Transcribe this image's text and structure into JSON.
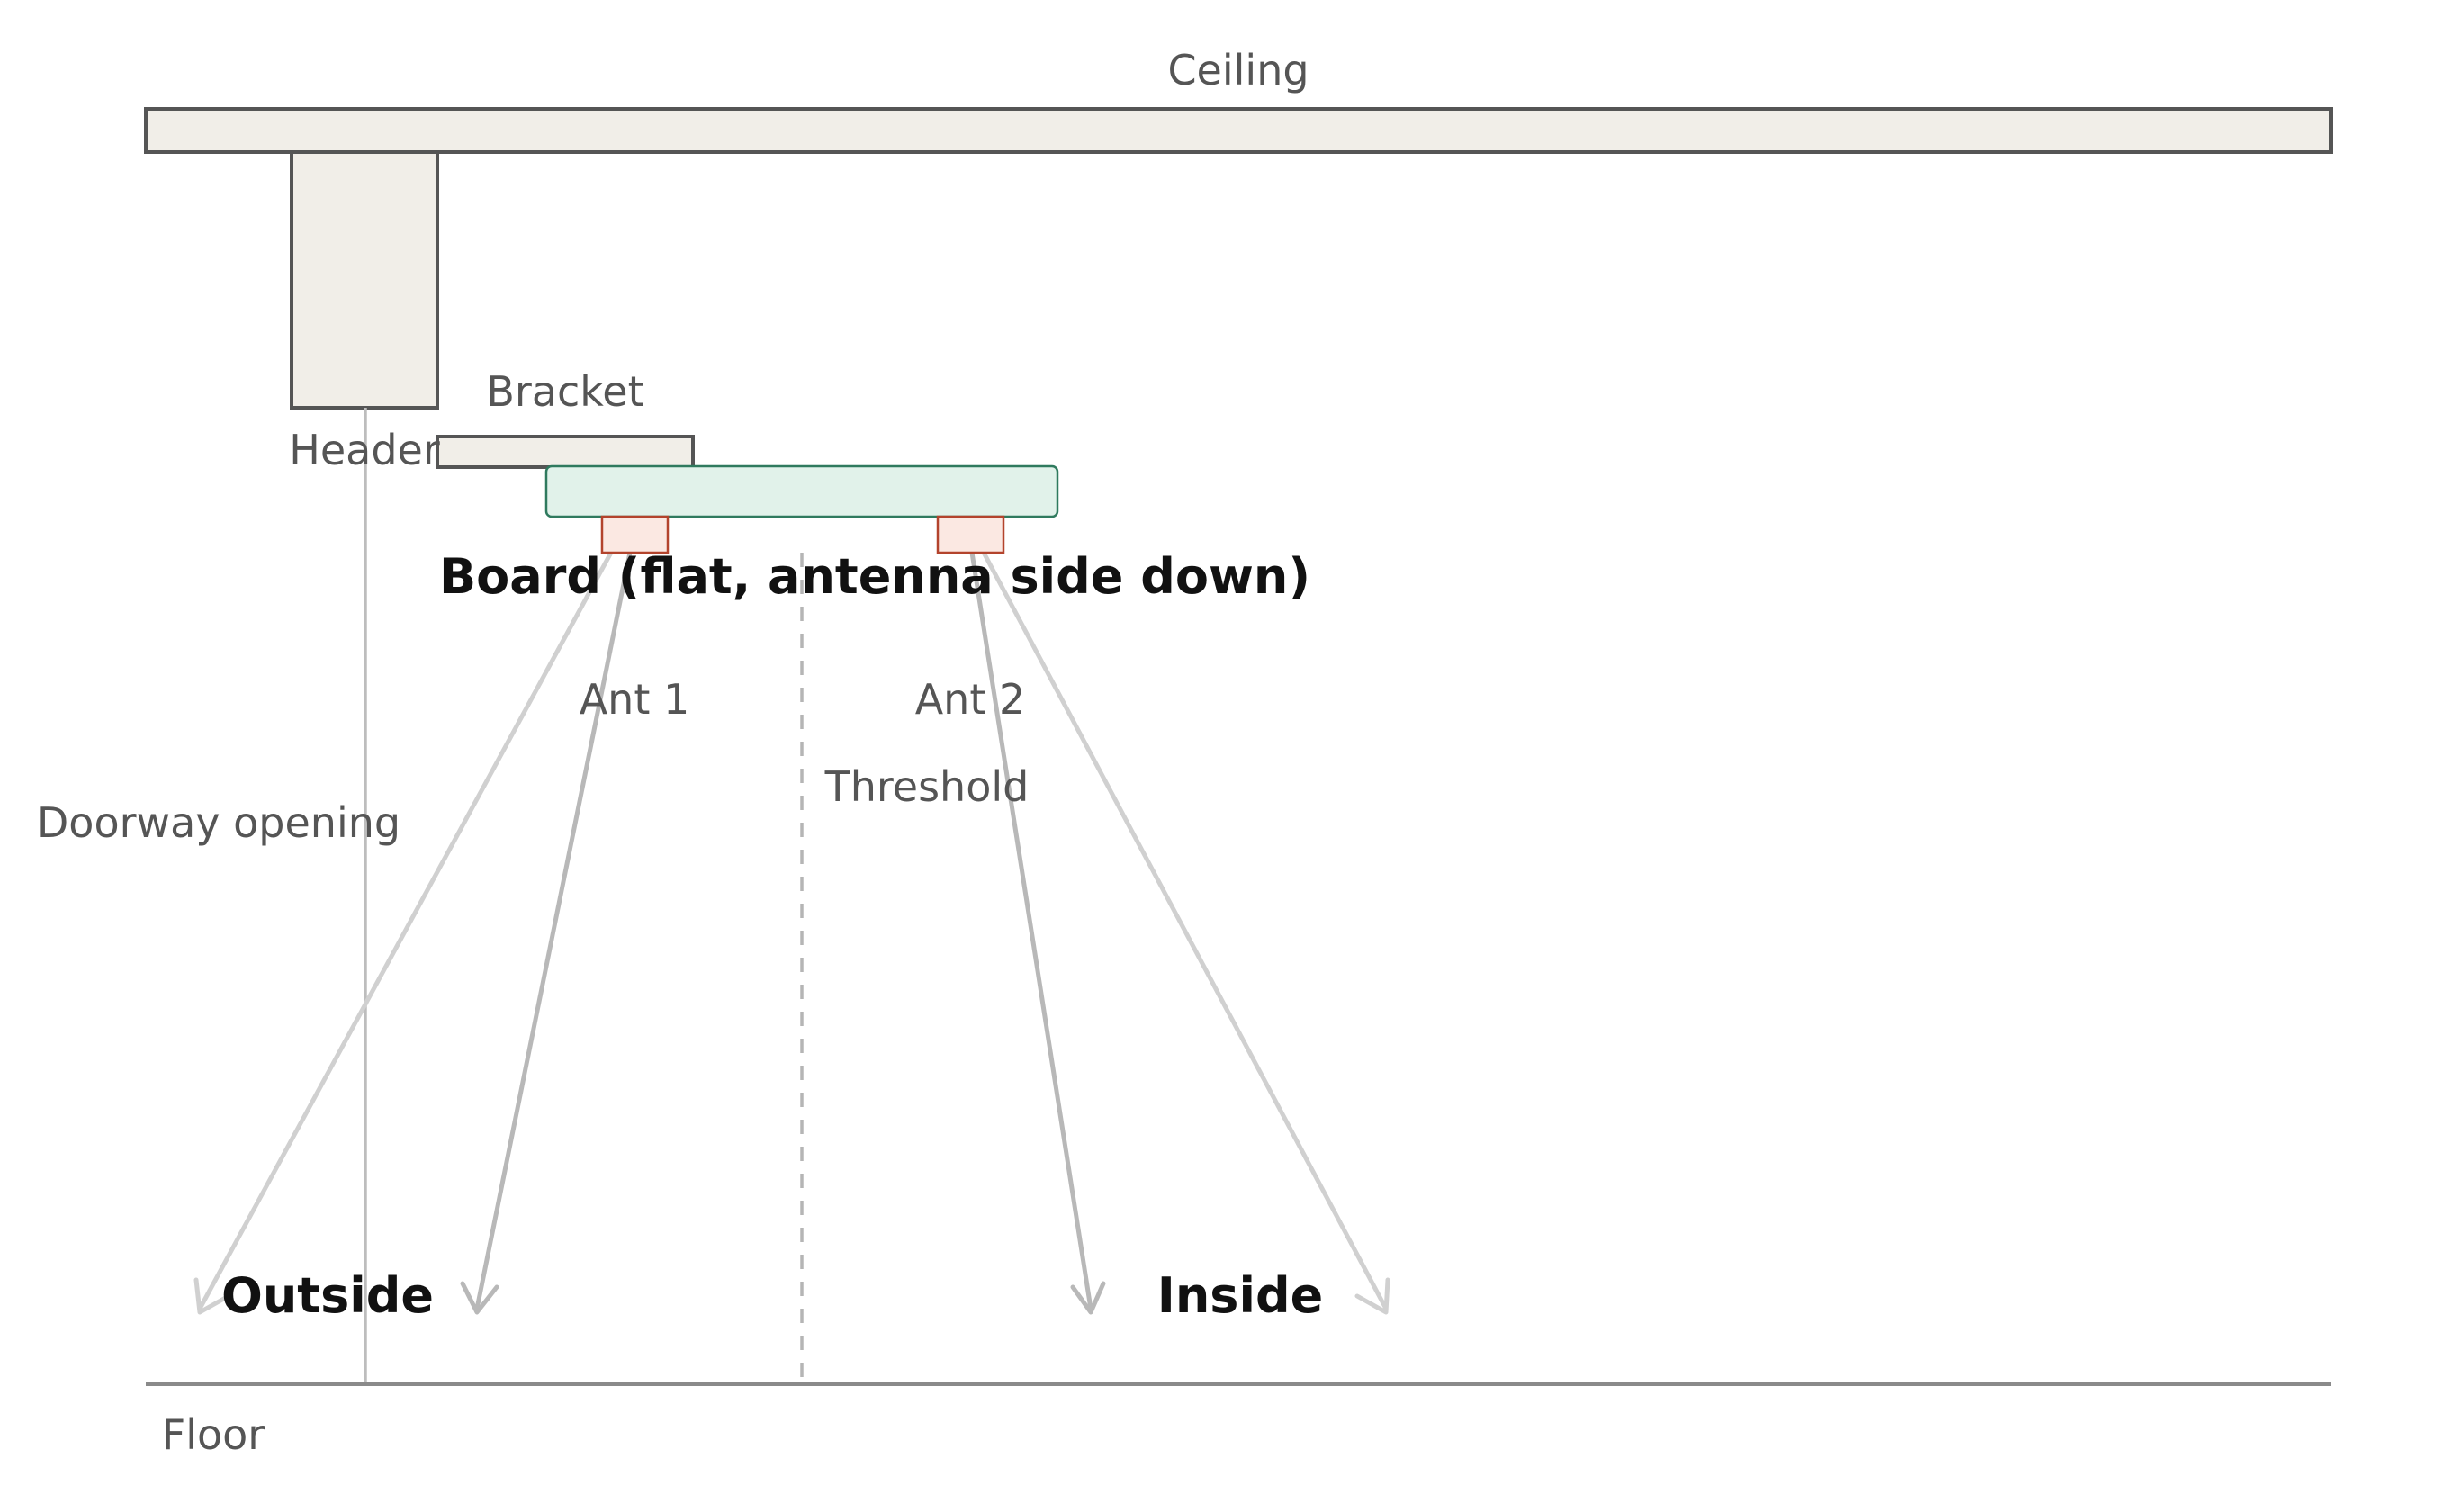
{
  "labels": {
    "ceiling": "Ceiling",
    "bracket": "Bracket",
    "header": "Header",
    "board": "Board (flat, antenna side down)",
    "ant1": "Ant 1",
    "ant2": "Ant 2",
    "threshold": "Threshold",
    "doorway": "Doorway opening",
    "outside": "Outside",
    "inside": "Inside",
    "floor": "Floor"
  },
  "colors": {
    "structure_fill": "#f1eee8",
    "structure_stroke": "#555555",
    "board_fill": "#e1f2ea",
    "board_stroke": "#2f7a5e",
    "antenna_fill": "#fbe8e2",
    "antenna_stroke": "#b3432c",
    "ray_dark": "#b8b8b8",
    "ray_light": "#d0d0d0",
    "guide_line": "#bdbdbd"
  }
}
